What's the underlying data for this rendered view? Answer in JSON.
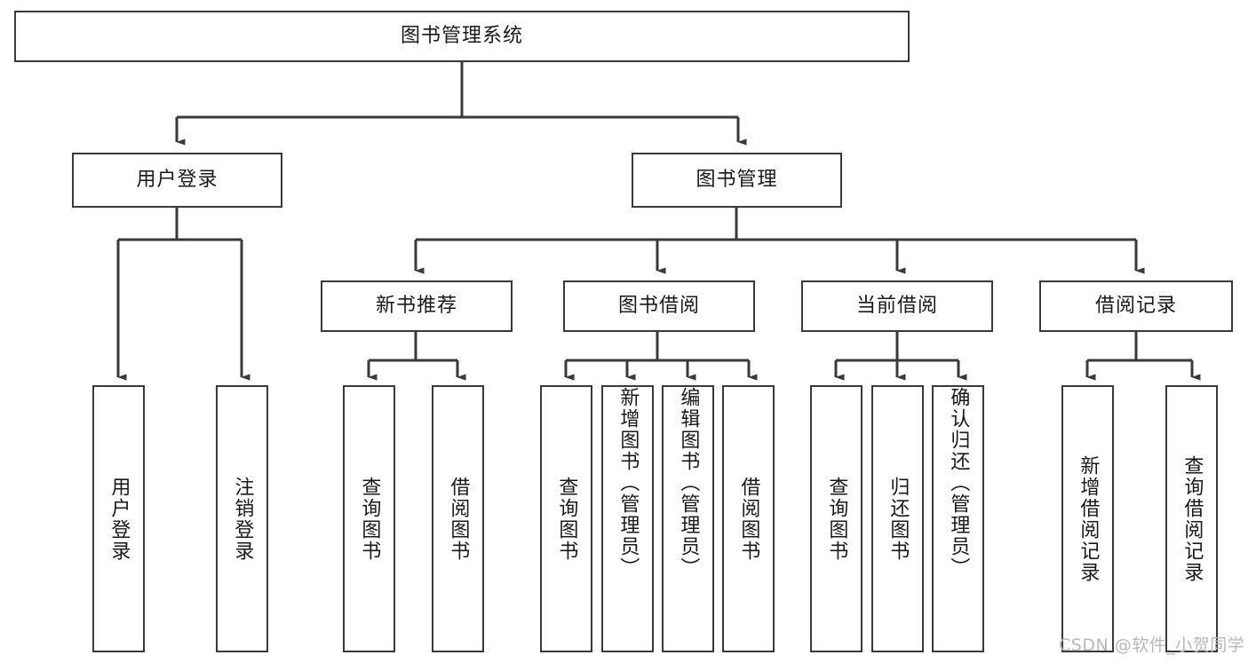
{
  "diagram": {
    "type": "tree-hierarchy",
    "title": "图书管理系统",
    "root": {
      "id": "root",
      "label": "图书管理系统",
      "orientation": "horizontal"
    },
    "level2": [
      {
        "id": "user-login",
        "label": "用户登录",
        "orientation": "horizontal"
      },
      {
        "id": "book-management",
        "label": "图书管理",
        "orientation": "horizontal"
      }
    ],
    "level3": [
      {
        "id": "new-book-recommend",
        "label": "新书推荐",
        "orientation": "horizontal",
        "parent": "book-management"
      },
      {
        "id": "book-borrow",
        "label": "图书借阅",
        "orientation": "horizontal",
        "parent": "book-management"
      },
      {
        "id": "current-borrow",
        "label": "当前借阅",
        "orientation": "horizontal",
        "parent": "book-management"
      },
      {
        "id": "borrow-record",
        "label": "借阅记录",
        "orientation": "horizontal",
        "parent": "book-management"
      }
    ],
    "leaves": [
      {
        "id": "leaf-user-login",
        "label": "用户登录",
        "orientation": "vertical",
        "parent": "user-login"
      },
      {
        "id": "leaf-logout-login",
        "label": "注销登录",
        "orientation": "vertical",
        "parent": "user-login"
      },
      {
        "id": "leaf-query-book-1",
        "label": "查询图书",
        "orientation": "vertical",
        "parent": "new-book-recommend"
      },
      {
        "id": "leaf-borrow-book-1",
        "label": "借阅图书",
        "orientation": "vertical",
        "parent": "new-book-recommend"
      },
      {
        "id": "leaf-query-book-2",
        "label": "查询图书",
        "orientation": "vertical",
        "parent": "book-borrow"
      },
      {
        "id": "leaf-add-book",
        "label": "新增图书（管理员）",
        "orientation": "vertical",
        "parent": "book-borrow"
      },
      {
        "id": "leaf-edit-book",
        "label": "编辑图书（管理员）",
        "orientation": "vertical",
        "parent": "book-borrow"
      },
      {
        "id": "leaf-borrow-book-2",
        "label": "借阅图书",
        "orientation": "vertical",
        "parent": "book-borrow"
      },
      {
        "id": "leaf-query-book-3",
        "label": "查询图书",
        "orientation": "vertical",
        "parent": "current-borrow"
      },
      {
        "id": "leaf-return-book",
        "label": "归还图书",
        "orientation": "vertical",
        "parent": "current-borrow"
      },
      {
        "id": "leaf-confirm-return",
        "label": "确认归还（管理员）",
        "orientation": "vertical",
        "parent": "current-borrow"
      },
      {
        "id": "leaf-add-record",
        "label": "新增借阅记录",
        "orientation": "vertical",
        "parent": "borrow-record"
      },
      {
        "id": "leaf-query-record",
        "label": "查询借阅记录",
        "orientation": "vertical",
        "parent": "borrow-record"
      }
    ]
  },
  "watermark": {
    "text": "CSDN @软件_小贺同学"
  },
  "colors": {
    "stroke": "#3a3a3a",
    "text": "#1a1a1a",
    "background": "#ffffff",
    "watermark": "#b9b9b9"
  }
}
